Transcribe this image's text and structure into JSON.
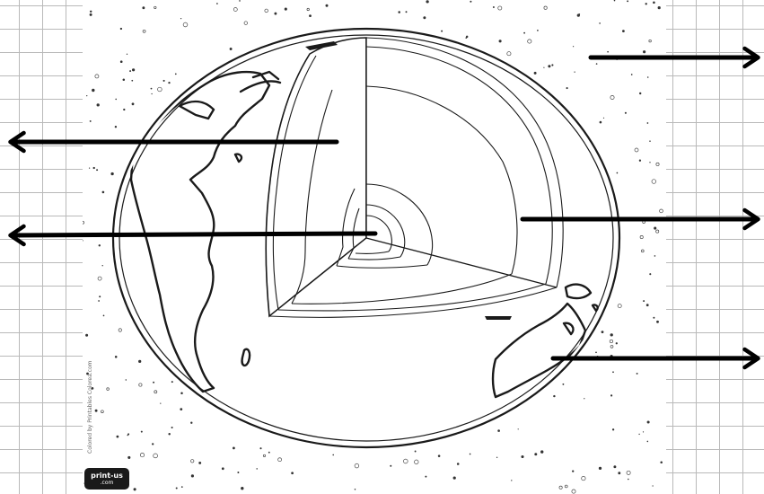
{
  "image": {
    "subject": "earth-layers-cutaway",
    "credit_text": "Colored by Printables Colorea.com",
    "logo_text": "print-us",
    "logo_sub": ".com"
  },
  "labels": {
    "right_top": "",
    "left_upper": "",
    "left_lower": "",
    "right_middle": "",
    "right_bottom": ""
  },
  "colors": {
    "line": "#1a1a1a",
    "arrow": "#000000",
    "grid": "#b9b9b9",
    "background": "#ffffff"
  }
}
